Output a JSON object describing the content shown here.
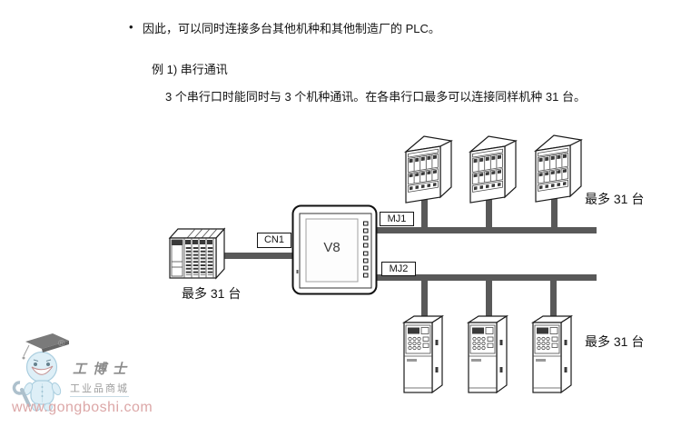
{
  "page": {
    "bullet": "•",
    "line1": "因此，可以同时连接多台其他机种和其他制造厂的 PLC。",
    "example_title": "例 1) 串行通讯",
    "example_desc": "3 个串行口时能同时与 3 个机种通讯。在各串行口最多可以连接同样机种 31 台。"
  },
  "diagram": {
    "hmi_label": "V8",
    "port_cn1": "CN1",
    "port_mj1": "MJ1",
    "port_mj2": "MJ2",
    "max_left": "最多 31 台",
    "max_top": "最多 31 台",
    "max_bottom": "最多 31 台",
    "colors": {
      "bus": "#595959",
      "outline": "#1a1a1a"
    }
  },
  "watermark": {
    "registered": "®",
    "brand": "工博士",
    "tagline": "工业品商城",
    "url": "www.gongboshi.com",
    "colors": {
      "mascot": "#d9edf6",
      "url_text": "#dca7a7"
    }
  }
}
